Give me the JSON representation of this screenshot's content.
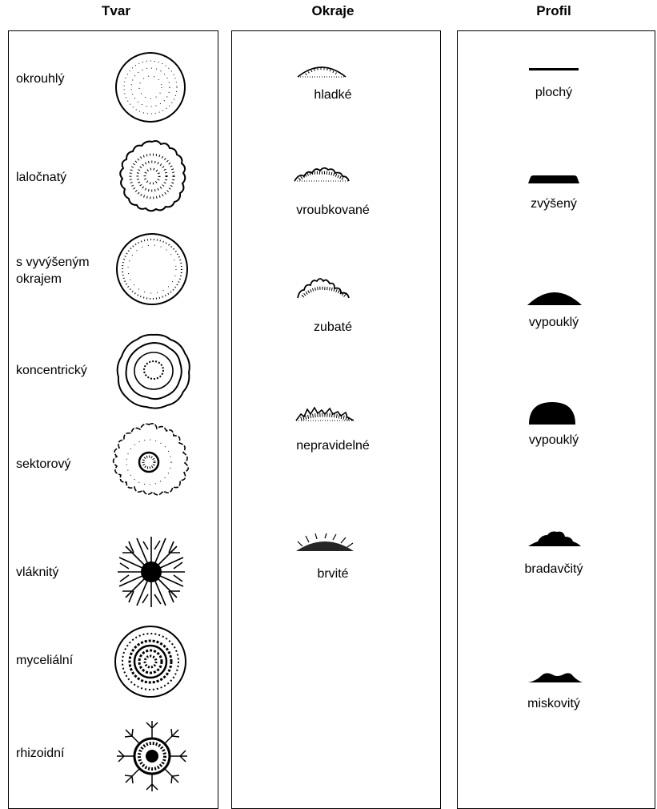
{
  "columns": {
    "shape": "Tvar",
    "edge": "Okraje",
    "profile": "Profil"
  },
  "shapes": [
    {
      "label": "okrouhlý",
      "icon": "round-colony-icon"
    },
    {
      "label": "laločnatý",
      "icon": "lobate-colony-icon"
    },
    {
      "label_line1": "s vyvýšeným",
      "label_line2": "okrajem",
      "icon": "raised-margin-colony-icon"
    },
    {
      "label": "koncentrický",
      "icon": "concentric-colony-icon"
    },
    {
      "label": "sektorový",
      "icon": "sectored-colony-icon"
    },
    {
      "label": "vláknitý",
      "icon": "filamentous-colony-icon"
    },
    {
      "label": "myceliální",
      "icon": "mycelial-colony-icon"
    },
    {
      "label": "rhizoidní",
      "icon": "rhizoid-colony-icon"
    }
  ],
  "edges": [
    {
      "label": "hladké",
      "icon": "smooth-edge-icon"
    },
    {
      "label": "vroubkované",
      "icon": "crenate-edge-icon"
    },
    {
      "label": "zubaté",
      "icon": "dentate-edge-icon"
    },
    {
      "label": "nepravidelné",
      "icon": "irregular-edge-icon"
    },
    {
      "label": "brvité",
      "icon": "ciliate-edge-icon"
    }
  ],
  "profiles": [
    {
      "label": "plochý",
      "icon": "flat-profile-icon"
    },
    {
      "label": "zvýšený",
      "icon": "raised-profile-icon"
    },
    {
      "label": "vypouklý",
      "icon": "convex-profile-icon"
    },
    {
      "label": "vypouklý",
      "icon": "pulvinate-profile-icon"
    },
    {
      "label": "bradavčitý",
      "icon": "umbonate-profile-icon"
    },
    {
      "label": "miskovitý",
      "icon": "crateriform-profile-icon"
    }
  ]
}
